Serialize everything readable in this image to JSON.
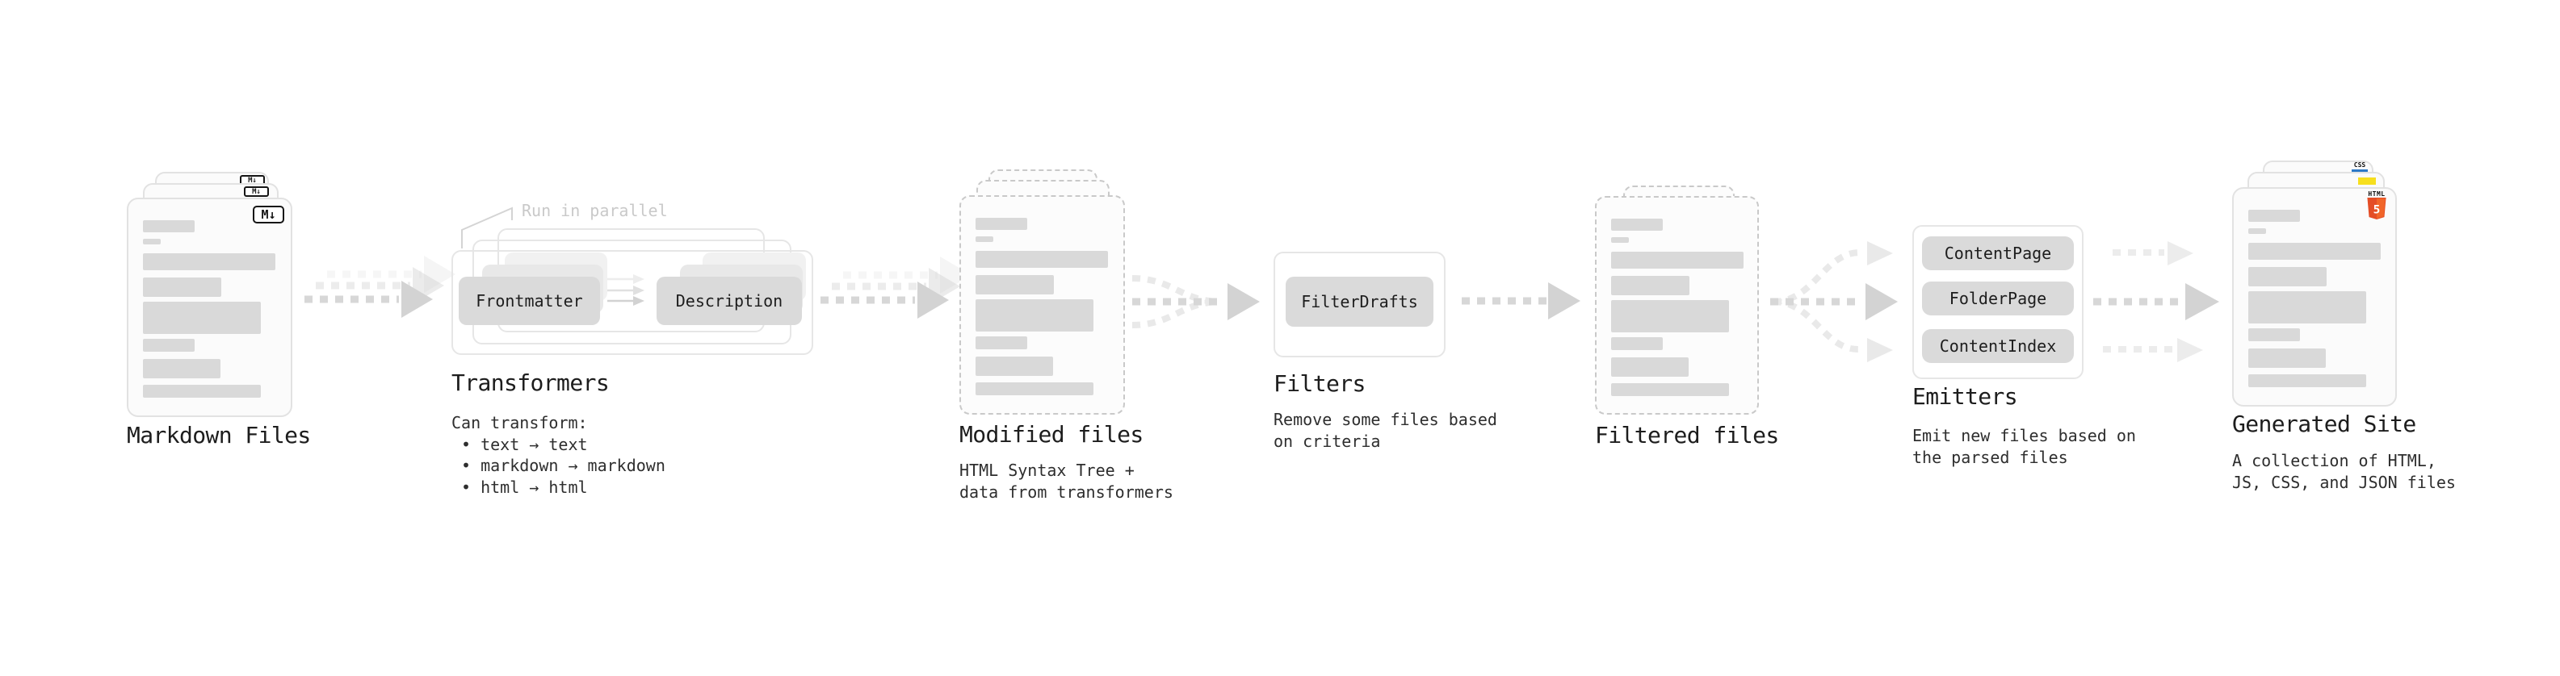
{
  "stages": {
    "markdown": {
      "title": "Markdown Files"
    },
    "transformers": {
      "title": "Transformers",
      "note": "Run in parallel",
      "pill_front": "Frontmatter",
      "pill_back": "Description",
      "desc_heading": "Can transform:",
      "bullets": [
        "• text → text",
        "• markdown → markdown",
        "• html → html"
      ]
    },
    "modified": {
      "title": "Modified files",
      "desc": [
        "HTML Syntax Tree +",
        "data from transformers"
      ]
    },
    "filters": {
      "title": "Filters",
      "pill": "FilterDrafts",
      "desc": [
        "Remove some files based",
        "on criteria"
      ]
    },
    "filtered": {
      "title": "Filtered files"
    },
    "emitters": {
      "title": "Emitters",
      "pills": [
        "ContentPage",
        "FolderPage",
        "ContentIndex"
      ],
      "desc": [
        "Emit new files based on",
        "the parsed files"
      ]
    },
    "generated": {
      "title": "Generated Site",
      "desc": [
        "A collection of HTML,",
        "JS, CSS, and JSON files"
      ]
    }
  },
  "icons": {
    "markdown_badge": "M↓",
    "html_label": "HTML",
    "html_number": "5",
    "css_label": "CSS"
  },
  "colors": {
    "html5_orange": "#e44d26",
    "html5_orange_light": "#f16529",
    "css_blue": "#2d79c7",
    "js_yellow": "#f7df1e",
    "placeholder_gray": "#d9d9d9",
    "arrow_gray": "#d3d3d3",
    "note_gray": "#c9c9c9"
  }
}
